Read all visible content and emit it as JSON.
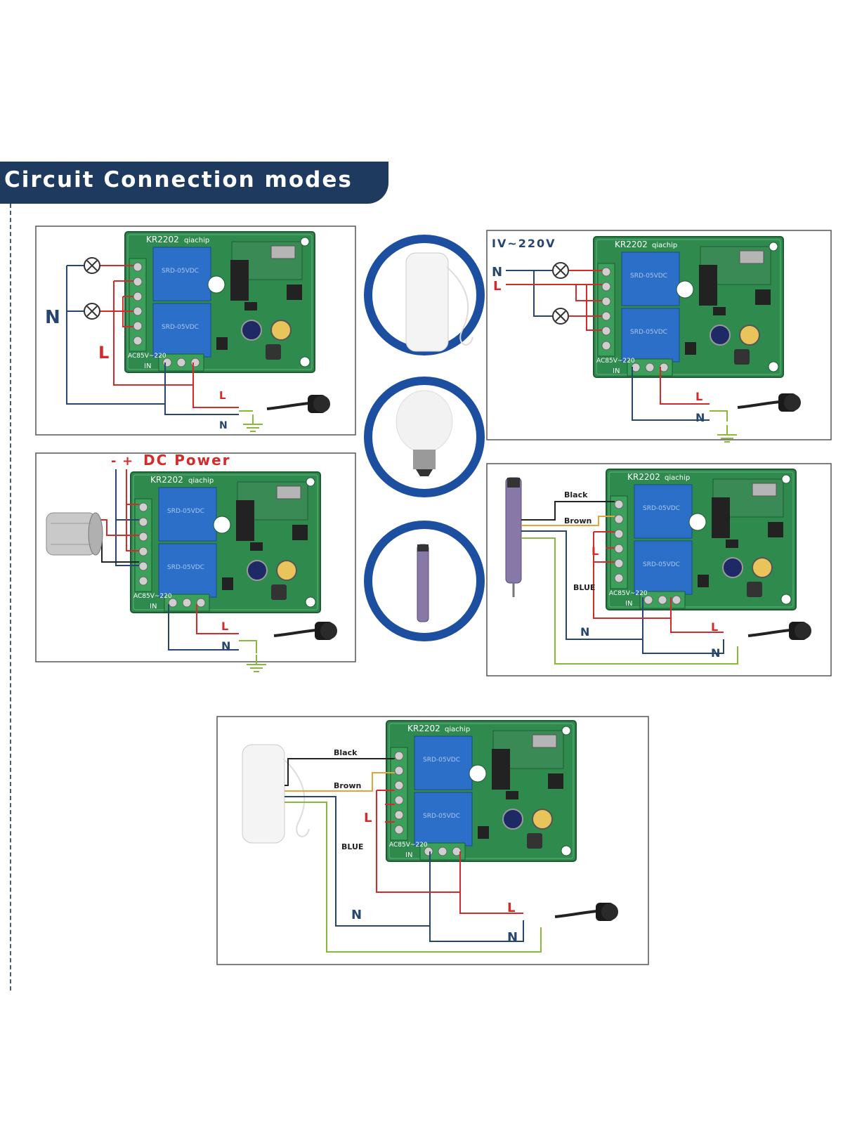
{
  "header": {
    "title": "Circuit Connection modes"
  },
  "board": {
    "model": "KR2202",
    "brand": "qiachip",
    "input_label": "AC85V~220",
    "in_label": "IN"
  },
  "labels": {
    "N": "N",
    "L": "L",
    "voltage": "IV~220V",
    "dc_power": "DC Power",
    "minus": "-",
    "plus": "+",
    "black": "Black",
    "brown": "Brown",
    "blue": "BLUE"
  },
  "colors": {
    "banner": "#1e3a5f",
    "board": "#2f8a4e",
    "relay": "#2c6fc9",
    "wire_red": "#d42a2a",
    "wire_blue": "#26466e",
    "wire_green": "#8ab83a",
    "wire_orange": "#e8a23a",
    "ring": "#1c4fa0"
  },
  "icons": [
    "remote-transmitter-icon",
    "light-bulb-icon",
    "tubular-motor-icon",
    "dc-motor-icon",
    "plug-icon",
    "ground-icon",
    "lamp-icon"
  ]
}
